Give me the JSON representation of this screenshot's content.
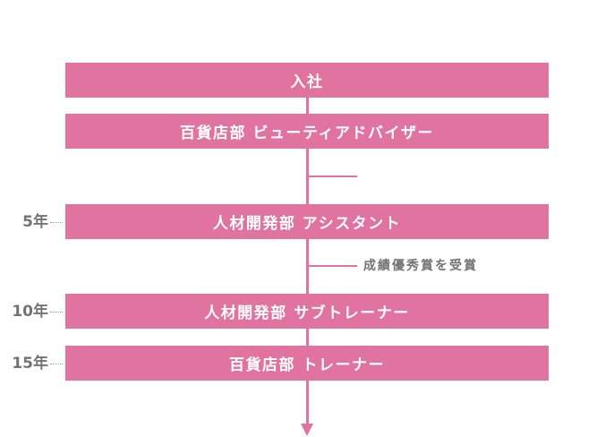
{
  "stages": [
    {
      "label": "入社"
    },
    {
      "label": "百貨店部 ビューティアドバイザー"
    },
    {
      "label": "人材開発部 アシスタント",
      "year": "5年"
    },
    {
      "label": "人材開発部 サブトレーナー",
      "year": "10年"
    },
    {
      "label": "百貨店部 トレーナー",
      "year": "15年"
    }
  ],
  "event": {
    "label": "成績優秀賞を受賞"
  },
  "colors": {
    "accent": "#e0739f",
    "year_text": "#737373"
  }
}
